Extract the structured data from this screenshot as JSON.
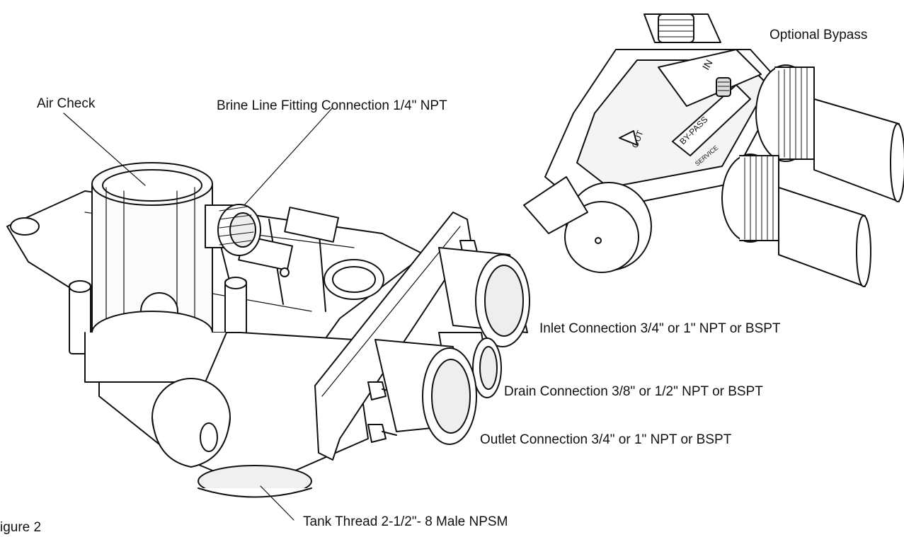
{
  "figure_label": "igure 2",
  "labels": {
    "optional_bypass": "Optional Bypass",
    "air_check": "Air Check",
    "brine_line": "Brine Line Fitting Connection 1/4\" NPT",
    "inlet": "Inlet Connection 3/4\" or 1\" NPT or BSPT",
    "drain": "Drain Connection 3/8\" or 1/2\" NPT or BSPT",
    "outlet": "Outlet Connection 3/4\" or 1\" NPT or BSPT",
    "tank_thread": "Tank Thread 2-1/2\"- 8 Male NPSM"
  },
  "valve_markings": {
    "bypass_in": "IN",
    "bypass_out": "OUT",
    "bypass_label": "BY-PASS",
    "service": "SERVICE"
  },
  "colors": {
    "line": "#111111",
    "fill": "#ffffff",
    "shade": "#e8e8e8"
  }
}
